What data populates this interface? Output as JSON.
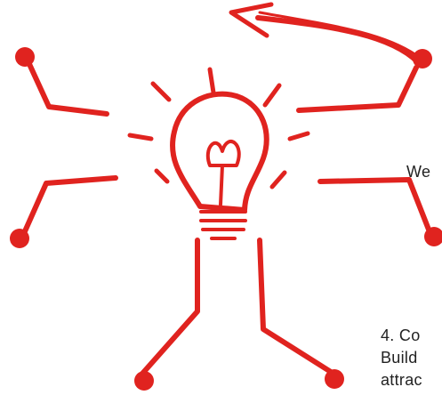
{
  "diagram": {
    "accent_color": "#e0231f",
    "text_color": "#222222",
    "center_icon": "lightbulb-icon",
    "arrow_icon": "curved-arrow-icon",
    "labels": {
      "right_middle": "We",
      "bottom_right_line1": "4.  Co",
      "bottom_right_line2": "Build",
      "bottom_right_line3": "attrac"
    }
  }
}
